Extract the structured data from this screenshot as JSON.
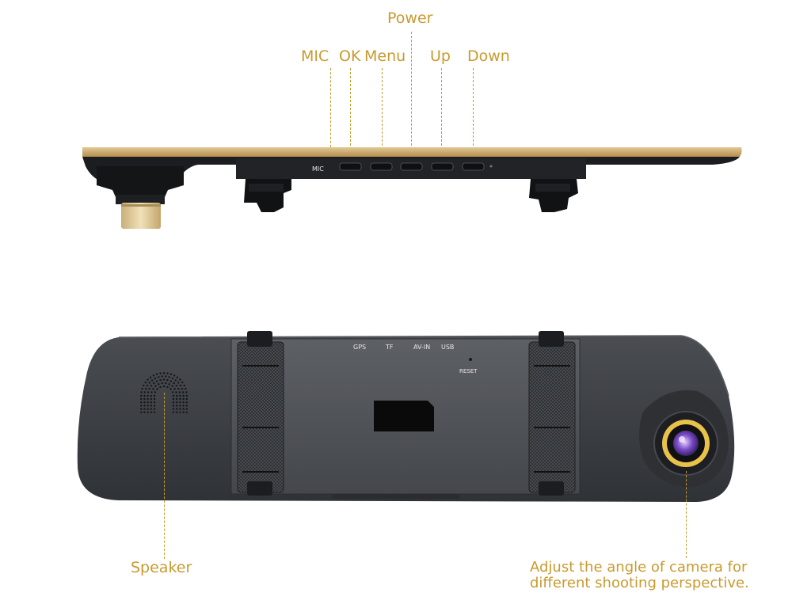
{
  "top_labels": {
    "power": "Power",
    "mic": "MIC",
    "ok": "OK",
    "menu": "Menu",
    "up": "Up",
    "down": "Down"
  },
  "device_markings": {
    "mic": "MIC",
    "gps": "GPS",
    "tf": "TF",
    "av_in": "AV-IN",
    "usb": "USB",
    "reset": "RESET"
  },
  "bottom_labels": {
    "speaker": "Speaker",
    "camera_line1": "Adjust the angle of camera for",
    "camera_line2": "different shooting perspective."
  },
  "colors": {
    "callout": "#c99a2e",
    "body": "#3a3d42",
    "gold_strip": "#c9a86a",
    "lens_ring": "#e8c24a"
  }
}
